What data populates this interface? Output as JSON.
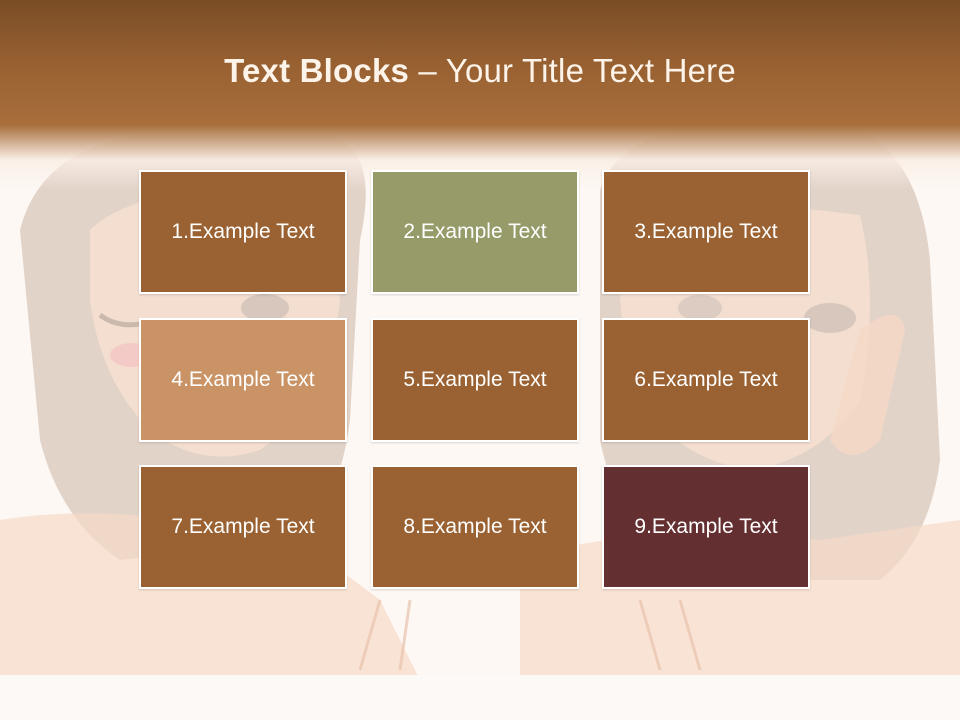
{
  "slide": {
    "title_bold": "Text Blocks",
    "title_dash": " – ",
    "title_rest": "Your Title Text Here"
  },
  "blocks": [
    {
      "label": "1.Example Text",
      "color": "#9a6232"
    },
    {
      "label": "2.Example Text",
      "color": "#979a69"
    },
    {
      "label": "3.Example Text",
      "color": "#9a6232"
    },
    {
      "label": "4.Example Text",
      "color": "#c99366"
    },
    {
      "label": "5.Example Text",
      "color": "#9a6232"
    },
    {
      "label": "6.Example Text",
      "color": "#9a6232"
    },
    {
      "label": "7.Example Text",
      "color": "#9a6232"
    },
    {
      "label": "8.Example Text",
      "color": "#9a6232"
    },
    {
      "label": "9.Example Text",
      "color": "#642f31"
    }
  ],
  "colors": {
    "header": "#9a6232",
    "background": "#fdf8f4"
  }
}
